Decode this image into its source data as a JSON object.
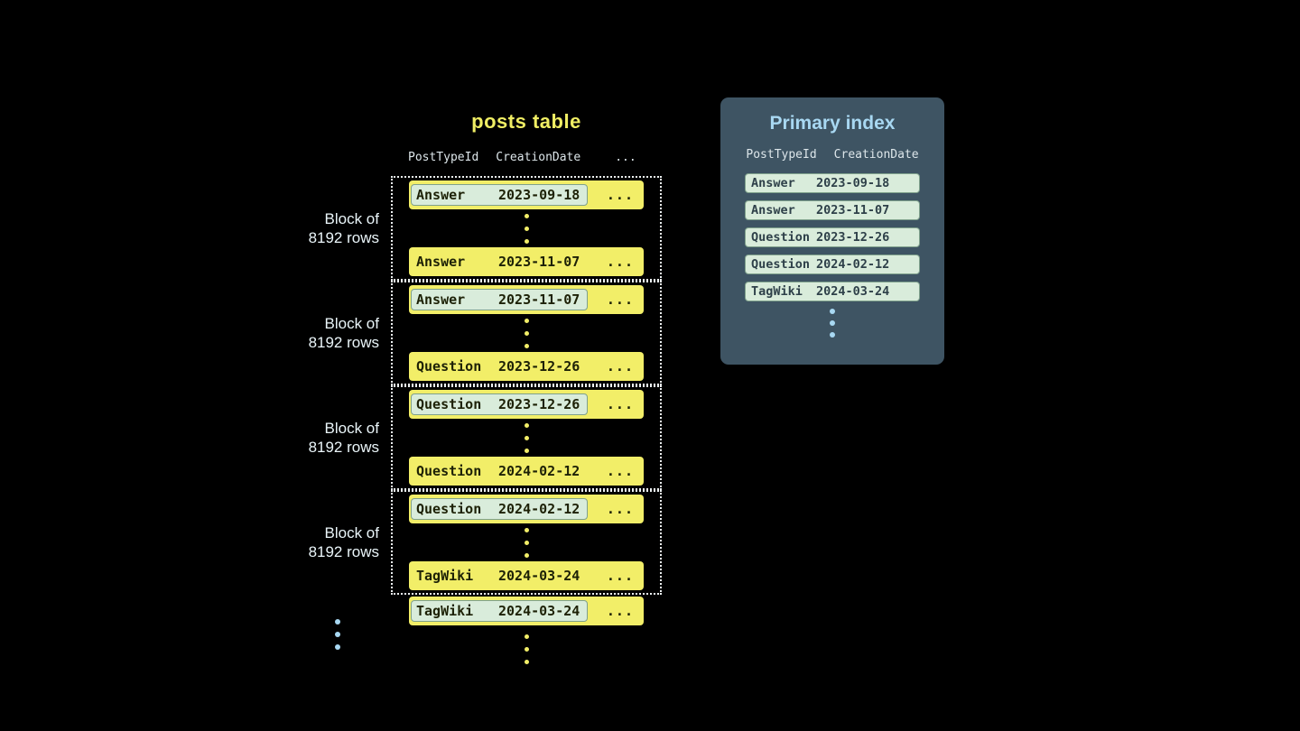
{
  "posts_table": {
    "title": "posts table",
    "col1": "PostTypeId",
    "col2": "CreationDate",
    "more_columns": "...",
    "row_ellipsis": "...",
    "block_label_line1": "Block of",
    "block_label_line2": "8192 rows",
    "blocks": [
      {
        "first_type": "Answer",
        "first_date": "2023-09-18",
        "last_type": "Answer",
        "last_date": "2023-11-07"
      },
      {
        "first_type": "Answer",
        "first_date": "2023-11-07",
        "last_type": "Question",
        "last_date": "2023-12-26"
      },
      {
        "first_type": "Question",
        "first_date": "2023-12-26",
        "last_type": "Question",
        "last_date": "2024-02-12"
      },
      {
        "first_type": "Question",
        "first_date": "2024-02-12",
        "last_type": "TagWiki",
        "last_date": "2024-03-24"
      }
    ],
    "overflow_row": {
      "type": "TagWiki",
      "date": "2024-03-24"
    }
  },
  "primary_index": {
    "title": "Primary index",
    "col1": "PostTypeId",
    "col2": "CreationDate",
    "rows": [
      {
        "type": "Answer",
        "date": "2023-09-18"
      },
      {
        "type": "Answer",
        "date": "2023-11-07"
      },
      {
        "type": "Question",
        "date": "2023-12-26"
      },
      {
        "type": "Question",
        "date": "2024-02-12"
      },
      {
        "type": "TagWiki",
        "date": "2024-03-24"
      }
    ]
  },
  "colors": {
    "background": "#000000",
    "row_yellow": "#f2ee68",
    "title_yellow": "#f0ee64",
    "highlight_mint": "#d9ecdb",
    "panel_slate": "#3e5463",
    "accent_blue": "#a8d8f2"
  }
}
